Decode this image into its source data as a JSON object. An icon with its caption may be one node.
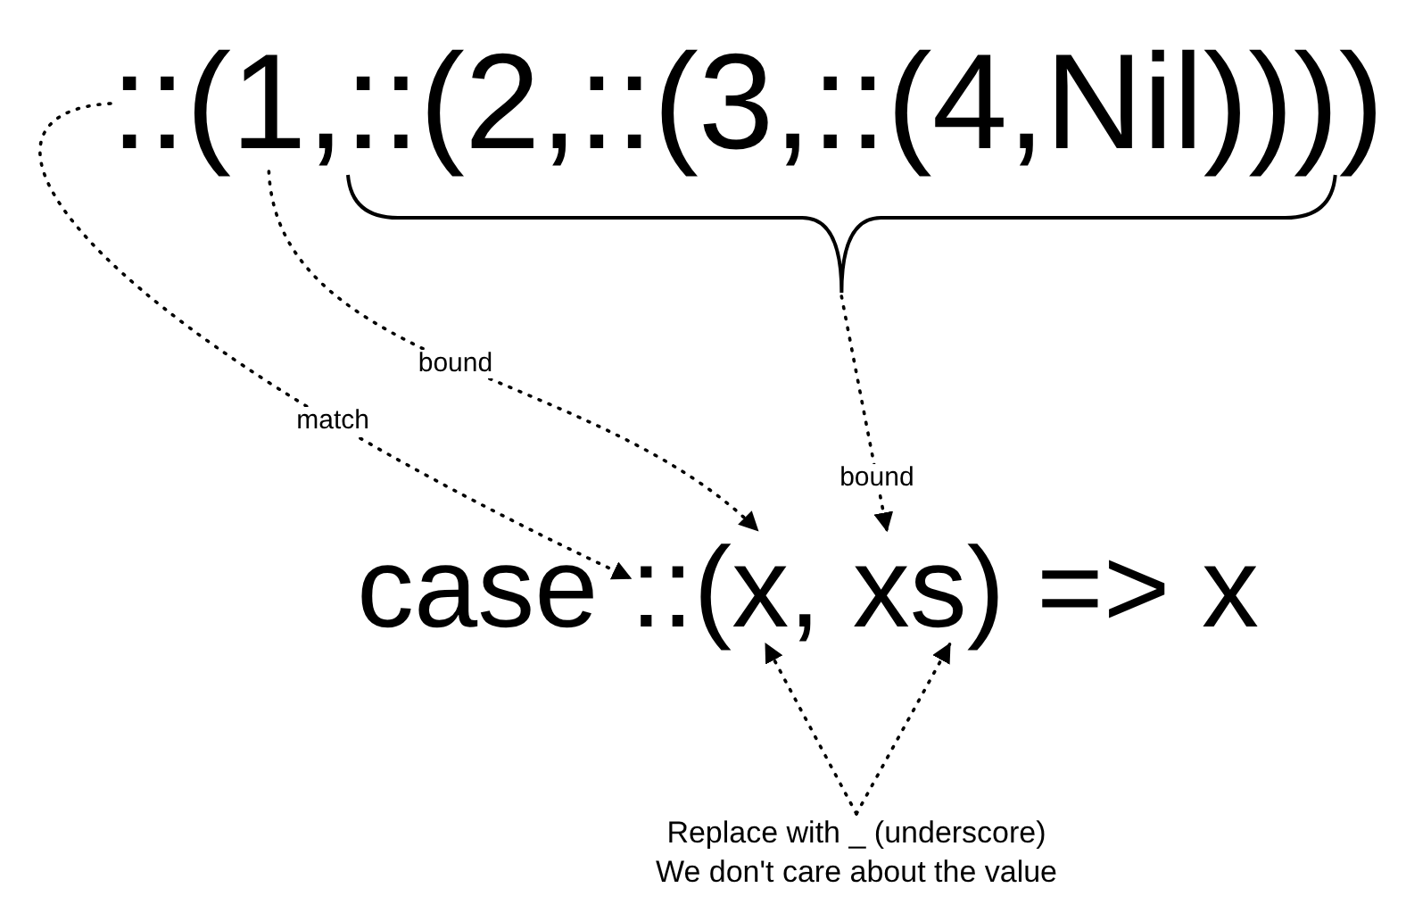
{
  "diagram": {
    "nodes": [
      {
        "text": [
          "::"
        ]
      },
      {
        "text": [
          "1"
        ]
      },
      {
        "text": [
          "::(2,::(3,::(4,Nil)))"
        ]
      },
      {
        "text": [
          "::"
        ]
      },
      {
        "text": [
          "x"
        ]
      },
      {
        "text": [
          "xs"
        ]
      },
      {
        "text": [
          "Replace with _ (underscore)",
          "We don't care about the value"
        ]
      }
    ],
    "edges": [
      {
        "from": 0,
        "to": 3,
        "arrow": "to",
        "label": "match",
        "style": "dashed"
      },
      {
        "from": 1,
        "to": 4,
        "arrow": "to",
        "label": "bound",
        "style": "dashed"
      },
      {
        "from": 2,
        "to": 5,
        "arrow": "to",
        "label": "bound",
        "style": "dashed"
      },
      {
        "from": 6,
        "to": 4,
        "arrow": "to",
        "style": "dashed"
      },
      {
        "from": 6,
        "to": 5,
        "arrow": "to",
        "style": "dashed"
      }
    ],
    "labels": [
      "(",
      ",",
      ")",
      "case",
      "(",
      ",",
      ") => x"
    ]
  }
}
